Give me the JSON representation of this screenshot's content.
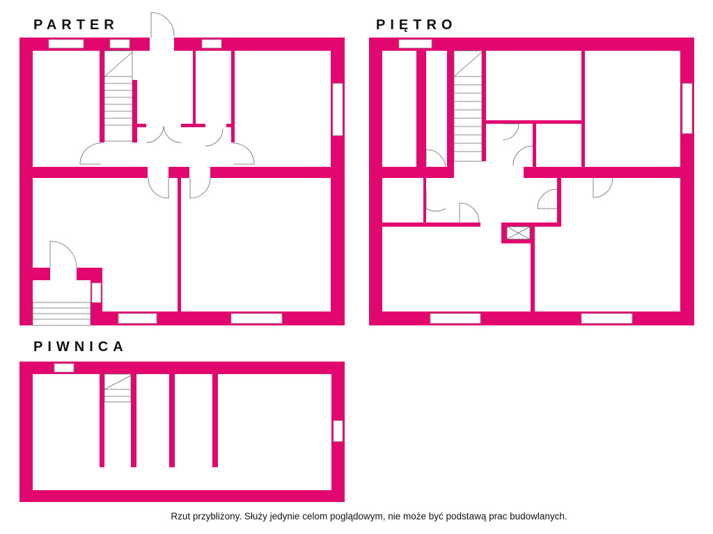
{
  "floors": {
    "ground": {
      "label": "PARTER"
    },
    "upper": {
      "label": "PIĘTRO"
    },
    "basement": {
      "label": "PIWNICA"
    }
  },
  "footer": {
    "disclaimer": "Rzut przybliżony. Służy jedynie celom poglądowym, nie może być podstawą prac budowlanych."
  },
  "colors": {
    "walls": "#e2066f"
  }
}
